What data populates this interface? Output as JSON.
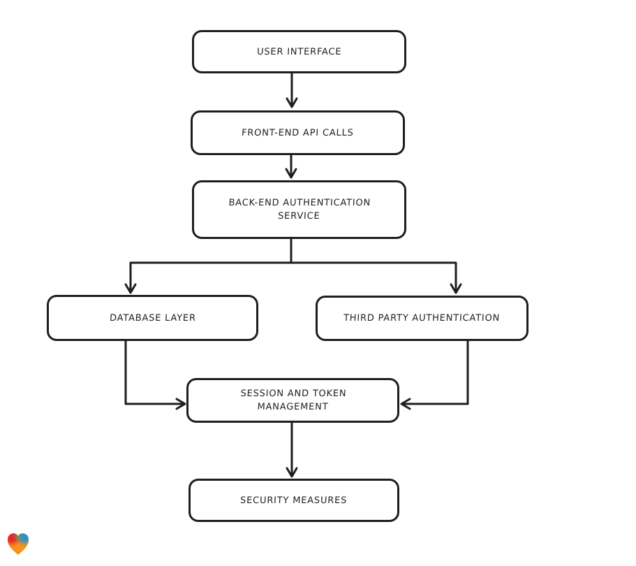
{
  "diagram": {
    "type": "flowchart",
    "nodes": [
      {
        "id": "user-interface",
        "label": "USER INTERFACE",
        "lines": [
          "USER INTERFACE"
        ]
      },
      {
        "id": "front-end-api-calls",
        "label": "FRONT-END API CALLS",
        "lines": [
          "FRONT-END API CALLS"
        ]
      },
      {
        "id": "back-end-authentication-service",
        "label": "BACK-END AUTHENTICATION SERVICE",
        "lines": [
          "BACK-END AUTHENTICATION",
          "SERVICE"
        ]
      },
      {
        "id": "database-layer",
        "label": "DATABASE LAYER",
        "lines": [
          "DATABASE LAYER"
        ]
      },
      {
        "id": "third-party-authentication",
        "label": "THIRD PARTY AUTHENTICATION",
        "lines": [
          "THIRD PARTY AUTHENTICATION"
        ]
      },
      {
        "id": "session-and-token-management",
        "label": "SESSION AND TOKEN MANAGEMENT",
        "lines": [
          "SESSION AND TOKEN",
          "MANAGEMENT"
        ]
      },
      {
        "id": "security-measures",
        "label": "SECURITY MEASURES",
        "lines": [
          "SECURITY MEASURES"
        ]
      }
    ],
    "edges": [
      {
        "from": "user-interface",
        "to": "front-end-api-calls"
      },
      {
        "from": "front-end-api-calls",
        "to": "back-end-authentication-service"
      },
      {
        "from": "back-end-authentication-service",
        "to": "database-layer"
      },
      {
        "from": "back-end-authentication-service",
        "to": "third-party-authentication"
      },
      {
        "from": "database-layer",
        "to": "session-and-token-management"
      },
      {
        "from": "third-party-authentication",
        "to": "session-and-token-management"
      },
      {
        "from": "session-and-token-management",
        "to": "security-measures"
      }
    ],
    "style": {
      "line_color": "#1e1e1e",
      "node_border_color": "#1e1e1e",
      "node_fill": "#ffffff",
      "canvas_background": "#ffffff",
      "arrowhead": "open-chevron"
    }
  },
  "logo": {
    "name": "eraser-heart-logo",
    "colors": {
      "red": "#E8262B",
      "blue": "#2E8FD0",
      "green": "#4FA357",
      "orange": "#F7941E"
    }
  }
}
